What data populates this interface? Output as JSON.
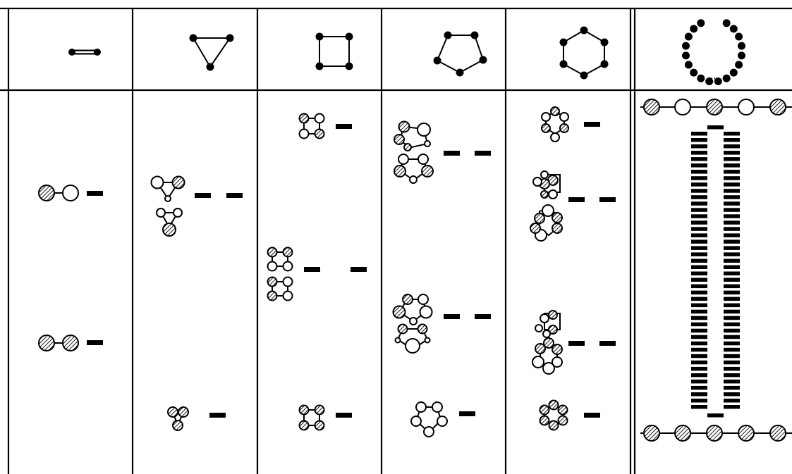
{
  "figure": {
    "columns": [
      {
        "ring": "dimer",
        "atoms": 2,
        "levels": 2
      },
      {
        "ring": "triangle",
        "atoms": 3,
        "levels": 2
      },
      {
        "ring": "square",
        "atoms": 4,
        "levels": 3
      },
      {
        "ring": "pentagon",
        "atoms": 5,
        "levels": 3
      },
      {
        "ring": "hexagon",
        "atoms": 6,
        "levels": 4
      },
      {
        "ring": "large-ring",
        "atoms": "many",
        "levels": "continuous band"
      }
    ],
    "ellipsis_label": "...",
    "colors": {
      "line": "#000000",
      "background": "#ffffff",
      "hatched_atom": "hatched",
      "open_atom": "#ffffff"
    },
    "icons": {
      "hatched_atom": "hatched-circle-icon",
      "open_atom": "open-circle-icon",
      "level": "energy-level-bar-icon"
    }
  }
}
